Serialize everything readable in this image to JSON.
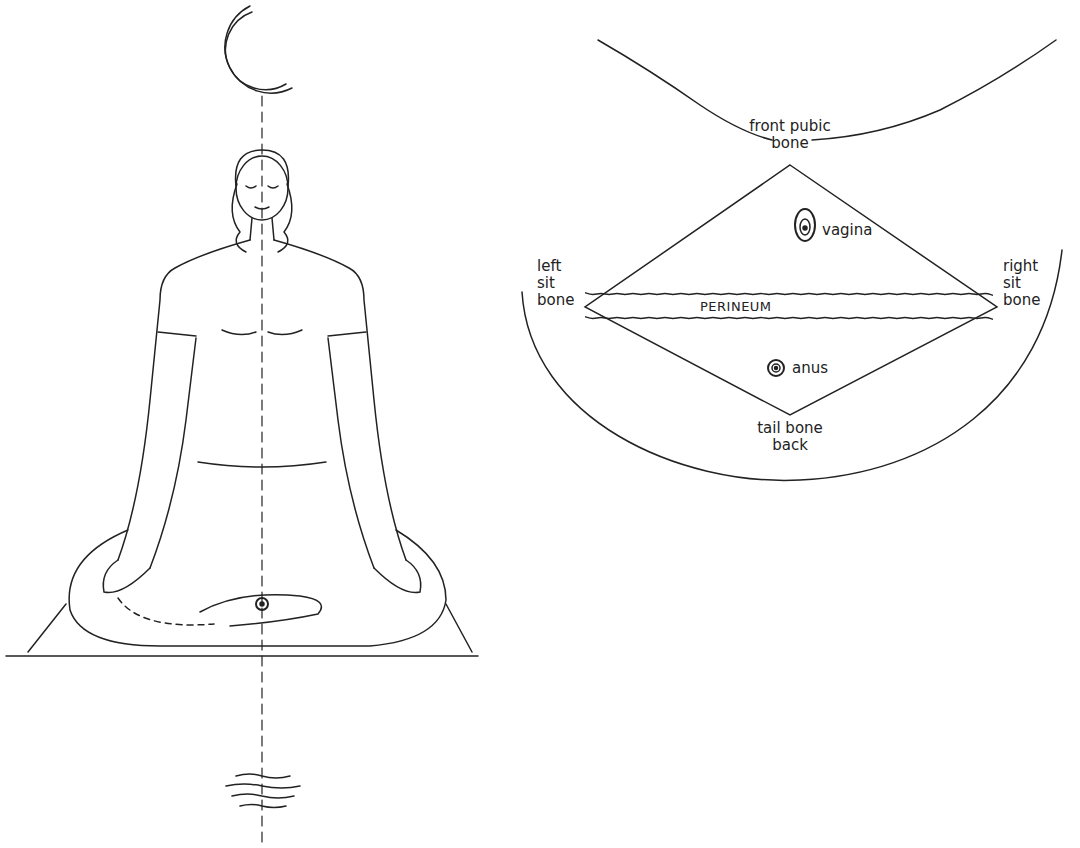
{
  "diagram": {
    "nodes": [
      {
        "text": [
          "vagina",
          "anus"
        ]
      },
      {
        "text": [
          "PERINEUM"
        ],
        "in": 0
      }
    ],
    "labels": [
      "front pubic bone",
      "left sit bone",
      "right sit bone",
      "tail bone back"
    ]
  }
}
